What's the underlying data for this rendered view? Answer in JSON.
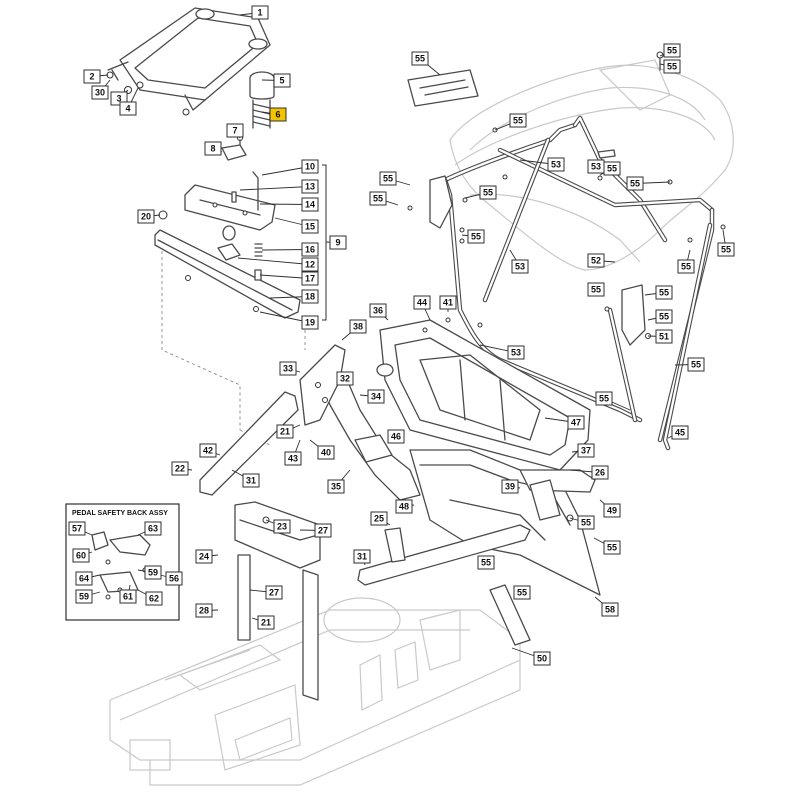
{
  "diagram": {
    "highlight_color": "#f5c400",
    "line_color": "#4a4a4a",
    "inset": {
      "title": "PEDAL SAFETY BACK ASSY"
    },
    "callouts": [
      {
        "label": "1"
      },
      {
        "label": "2"
      },
      {
        "label": "30"
      },
      {
        "label": "3"
      },
      {
        "label": "4"
      },
      {
        "label": "5"
      },
      {
        "label": "6",
        "highlighted": true
      },
      {
        "label": "7"
      },
      {
        "label": "8"
      },
      {
        "label": "10"
      },
      {
        "label": "13"
      },
      {
        "label": "14"
      },
      {
        "label": "15"
      },
      {
        "label": "16"
      },
      {
        "label": "12"
      },
      {
        "label": "17"
      },
      {
        "label": "18"
      },
      {
        "label": "19"
      },
      {
        "label": "9"
      },
      {
        "label": "20"
      },
      {
        "label": "55"
      },
      {
        "label": "55"
      },
      {
        "label": "55"
      },
      {
        "label": "55"
      },
      {
        "label": "53"
      },
      {
        "label": "55"
      },
      {
        "label": "53"
      },
      {
        "label": "55"
      },
      {
        "label": "55"
      },
      {
        "label": "55"
      },
      {
        "label": "55"
      },
      {
        "label": "55"
      },
      {
        "label": "53"
      },
      {
        "label": "55"
      },
      {
        "label": "52"
      },
      {
        "label": "55"
      },
      {
        "label": "55"
      },
      {
        "label": "55"
      },
      {
        "label": "55"
      },
      {
        "label": "51"
      },
      {
        "label": "53"
      },
      {
        "label": "55"
      },
      {
        "label": "55"
      },
      {
        "label": "45"
      },
      {
        "label": "44"
      },
      {
        "label": "41"
      },
      {
        "label": "36"
      },
      {
        "label": "38"
      },
      {
        "label": "33"
      },
      {
        "label": "32"
      },
      {
        "label": "34"
      },
      {
        "label": "21"
      },
      {
        "label": "42"
      },
      {
        "label": "43"
      },
      {
        "label": "40"
      },
      {
        "label": "46"
      },
      {
        "label": "47"
      },
      {
        "label": "37"
      },
      {
        "label": "26"
      },
      {
        "label": "22"
      },
      {
        "label": "31"
      },
      {
        "label": "35"
      },
      {
        "label": "39"
      },
      {
        "label": "48"
      },
      {
        "label": "49"
      },
      {
        "label": "55"
      },
      {
        "label": "55"
      },
      {
        "label": "25"
      },
      {
        "label": "23"
      },
      {
        "label": "27"
      },
      {
        "label": "24"
      },
      {
        "label": "27"
      },
      {
        "label": "28"
      },
      {
        "label": "21"
      },
      {
        "label": "31"
      },
      {
        "label": "55"
      },
      {
        "label": "55"
      },
      {
        "label": "50"
      },
      {
        "label": "58"
      },
      {
        "label": "57"
      },
      {
        "label": "63"
      },
      {
        "label": "60"
      },
      {
        "label": "59"
      },
      {
        "label": "56"
      },
      {
        "label": "64"
      },
      {
        "label": "61"
      },
      {
        "label": "62"
      },
      {
        "label": "59"
      }
    ]
  }
}
